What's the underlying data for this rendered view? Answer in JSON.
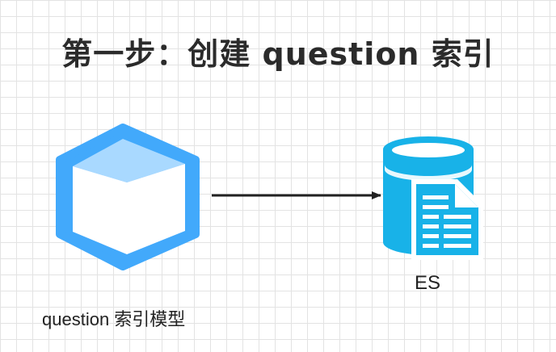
{
  "title": "第一步：创建 question 索引",
  "nodes": {
    "model": {
      "label": "question 索引模型",
      "icon": "cube-icon",
      "color": "#3fa9f5"
    },
    "es": {
      "label": "ES",
      "icon": "database-document-icon",
      "color": "#18b2e8"
    }
  },
  "edges": [
    {
      "from": "model",
      "to": "es",
      "style": "solid-arrow",
      "color": "#222222"
    }
  ]
}
